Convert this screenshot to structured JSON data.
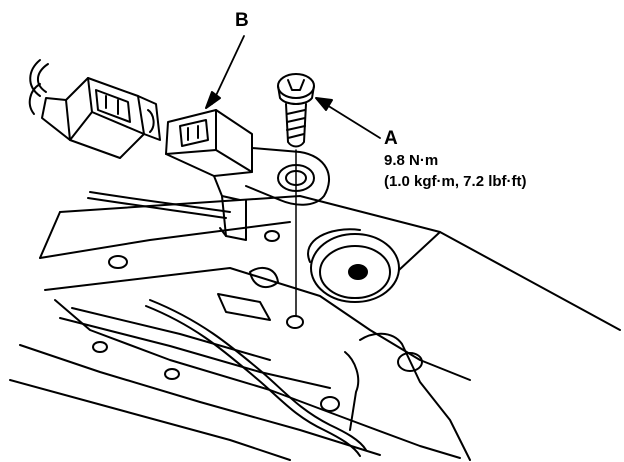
{
  "callouts": {
    "b": {
      "letter": "B"
    },
    "a": {
      "letter": "A",
      "torque_metric": "9.8 N·m",
      "torque_imperial": "(1.0 kgf·m, 7.2 lbf·ft)"
    }
  },
  "colors": {
    "ink": "#000000",
    "background": "#ffffff"
  }
}
